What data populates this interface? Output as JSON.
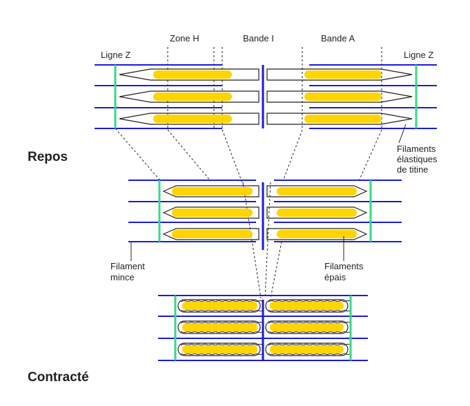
{
  "labels": {
    "ligne_z_left": "Ligne Z",
    "zone_h": "Zone H",
    "bande_i": "Bande I",
    "bande_a": "Bande A",
    "ligne_z_right": "Ligne Z",
    "titin_1": "Filaments",
    "titin_2": "élastiques",
    "titin_3": "de titine",
    "thin_1": "Filament",
    "thin_2": "mince",
    "thick_1": "Filaments",
    "thick_2": "épais"
  },
  "states": {
    "rest": "Repos",
    "contracted": "Contracté"
  },
  "colors": {
    "thin_filament": "#1a1adb",
    "z_line": "#37d986",
    "thick_filament": "#ffd400",
    "outline": "#231f20"
  }
}
